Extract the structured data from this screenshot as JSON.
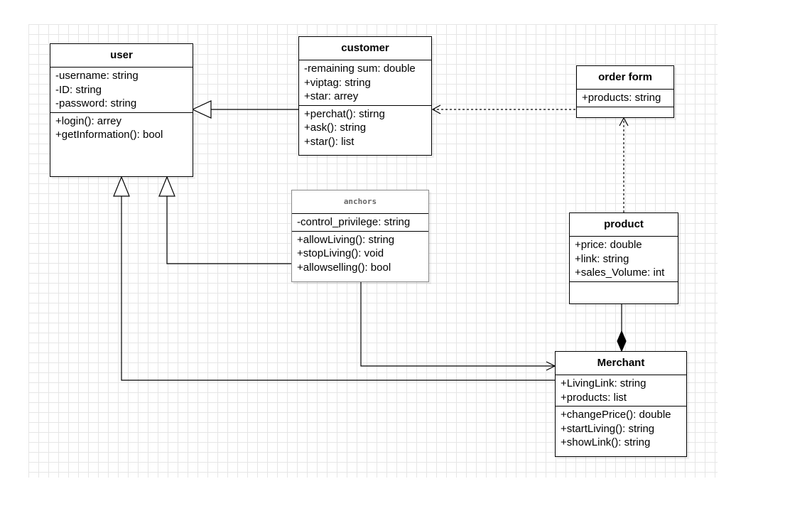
{
  "classes": {
    "user": {
      "name": "user",
      "attributes": [
        "-username: string",
        "-ID: string",
        "-password: string"
      ],
      "methods": [
        "+login(): arrey",
        "+getInformation(): bool"
      ]
    },
    "customer": {
      "name": "customer",
      "attributes": [
        "-remaining sum: double",
        "+viptag: string",
        "+star: arrey"
      ],
      "methods": [
        "+perchat(): stirng",
        "+ask(): string",
        "+star(): list"
      ]
    },
    "order_form": {
      "name": "order form",
      "attributes": [
        "+products: string"
      ],
      "methods": []
    },
    "anchors": {
      "name": "anchors",
      "attributes": [
        "-control_privilege: string"
      ],
      "methods": [
        "+allowLiving(): string",
        "+stopLiving(): void",
        "+allowselling(): bool"
      ]
    },
    "product": {
      "name": "product",
      "attributes": [
        "+price: double",
        "+link: string",
        "+sales_Volume: int"
      ],
      "methods": []
    },
    "merchant": {
      "name": "Merchant",
      "attributes": [
        "+LivingLink: string",
        "+products: list"
      ],
      "methods": [
        "+changePrice(): double",
        "+startLiving(): string",
        "+showLink(): string"
      ]
    }
  },
  "relations": [
    {
      "from": "customer",
      "to": "user",
      "type": "generalization"
    },
    {
      "from": "anchors",
      "to": "user",
      "type": "generalization"
    },
    {
      "from": "merchant",
      "to": "user",
      "type": "generalization"
    },
    {
      "from": "order_form",
      "to": "customer",
      "type": "dependency"
    },
    {
      "from": "product",
      "to": "order_form",
      "type": "dependency"
    },
    {
      "from": "product",
      "to": "merchant",
      "type": "composition"
    },
    {
      "from": "anchors",
      "to": "merchant",
      "type": "association"
    }
  ]
}
